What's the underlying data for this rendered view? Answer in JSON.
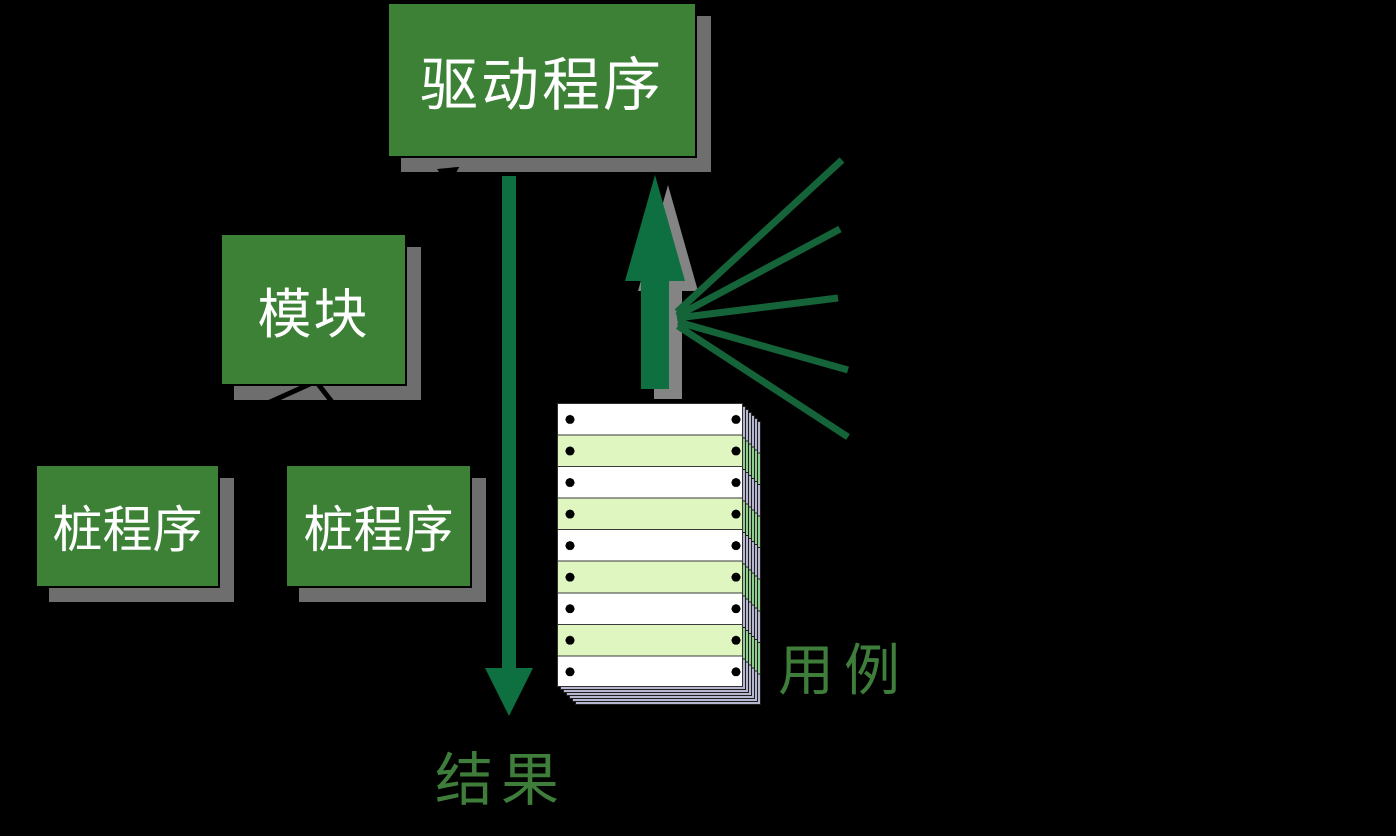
{
  "boxes": {
    "driver": {
      "label": "驱动程序"
    },
    "module": {
      "label": "模块"
    },
    "stub_left": {
      "label": "桩程序"
    },
    "stub_right": {
      "label": "桩程序"
    }
  },
  "labels": {
    "result": "结果",
    "use_case": "用例"
  },
  "arrows": {
    "down_arrow": "driver-to-result",
    "up_arrow": "use-cases-to-driver",
    "fan_line_count": 5
  },
  "paper": {
    "row_count": 9,
    "back_sheet_count": 6
  },
  "colors": {
    "background": "#000000",
    "box_fill": "#3C8136",
    "box_text": "#FFFFFF",
    "box_shadow": "#6E6E6E",
    "arrow_shadow": "#848484",
    "arrow_green": "#0E7040",
    "line_green": "#156338",
    "label_green": "#3E7E3A",
    "paper_white": "#FFFFFF",
    "paper_green": "#DFF6C1",
    "paper_edge_white": "#B6B6D0",
    "paper_edge_green": "#8FCE8F",
    "paper_dot": "#000000"
  }
}
